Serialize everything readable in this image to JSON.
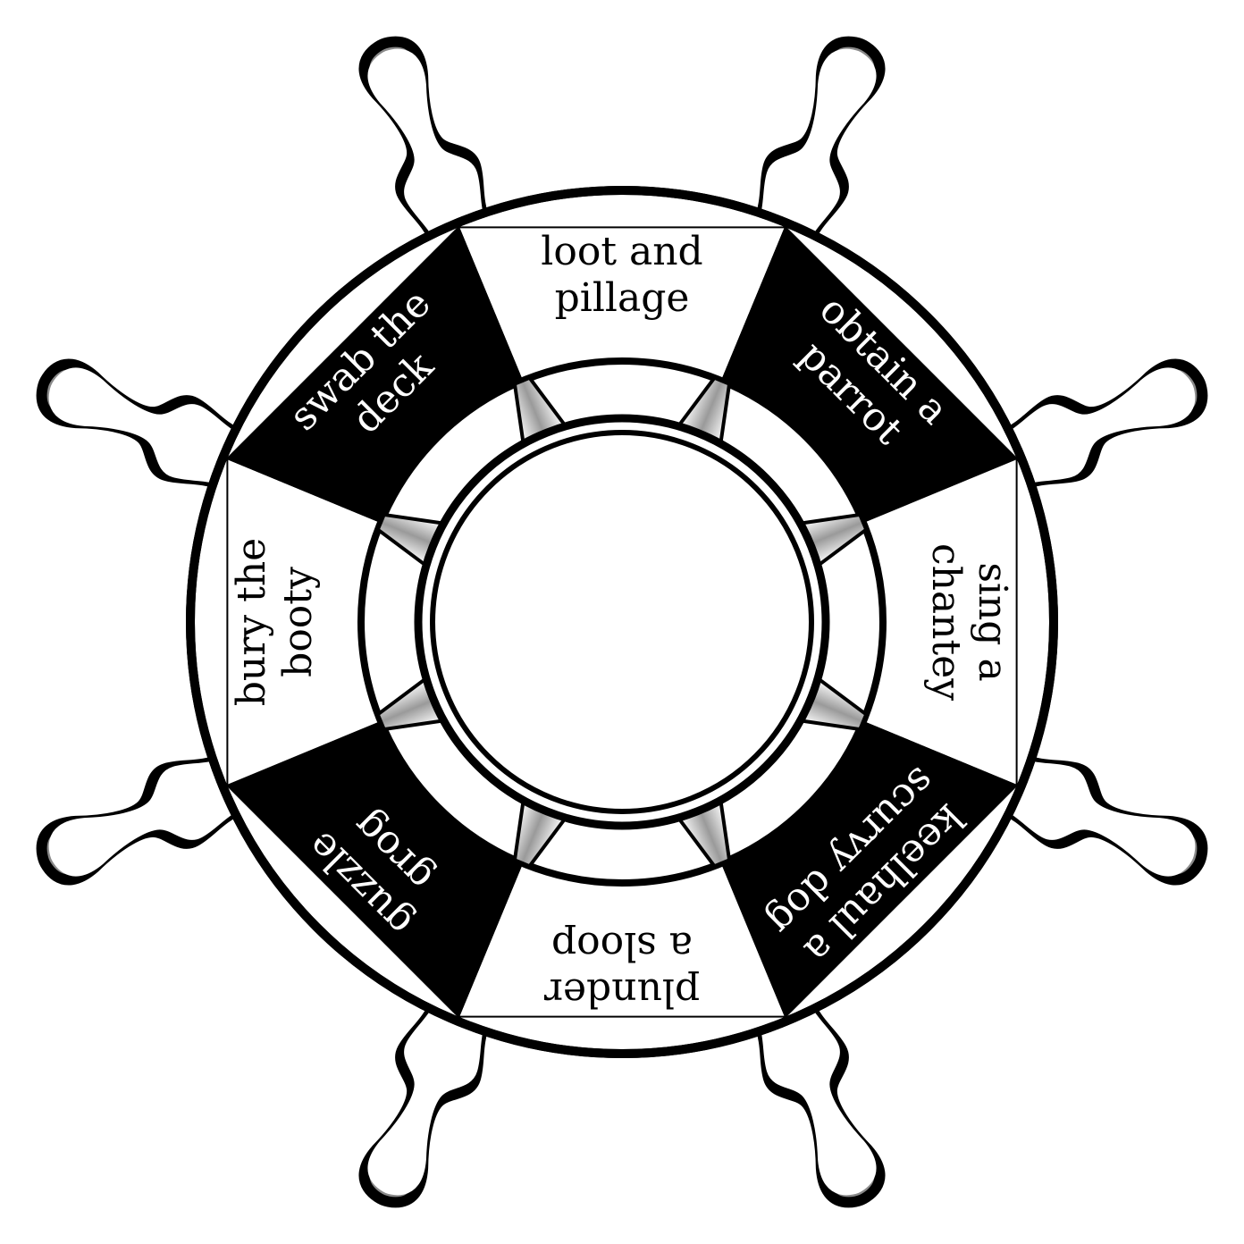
{
  "segments": [
    {
      "label_lines": [
        "loot and",
        "pillage"
      ],
      "fill": "#ffffff",
      "text_color": "#000000"
    },
    {
      "label_lines": [
        "obtain a",
        "parrot"
      ],
      "fill": "#000000",
      "text_color": "#ffffff"
    },
    {
      "label_lines": [
        "sing a",
        "chantey"
      ],
      "fill": "#ffffff",
      "text_color": "#000000"
    },
    {
      "label_lines": [
        "keelhaul a",
        "scurvy dog"
      ],
      "fill": "#000000",
      "text_color": "#ffffff"
    },
    {
      "label_lines": [
        "plunder",
        "a sloop"
      ],
      "fill": "#ffffff",
      "text_color": "#000000"
    },
    {
      "label_lines": [
        "guzzle",
        "grog"
      ],
      "fill": "#000000",
      "text_color": "#ffffff"
    },
    {
      "label_lines": [
        "bury the",
        "booty"
      ],
      "fill": "#ffffff",
      "text_color": "#000000"
    },
    {
      "label_lines": [
        "swab the",
        "deck"
      ],
      "fill": "#000000",
      "text_color": "#ffffff"
    }
  ],
  "colors": {
    "ink": "#000000",
    "paper": "#ffffff",
    "handle_shade": "#8a8a8a"
  },
  "handle_count": 8,
  "spoke_count": 8
}
